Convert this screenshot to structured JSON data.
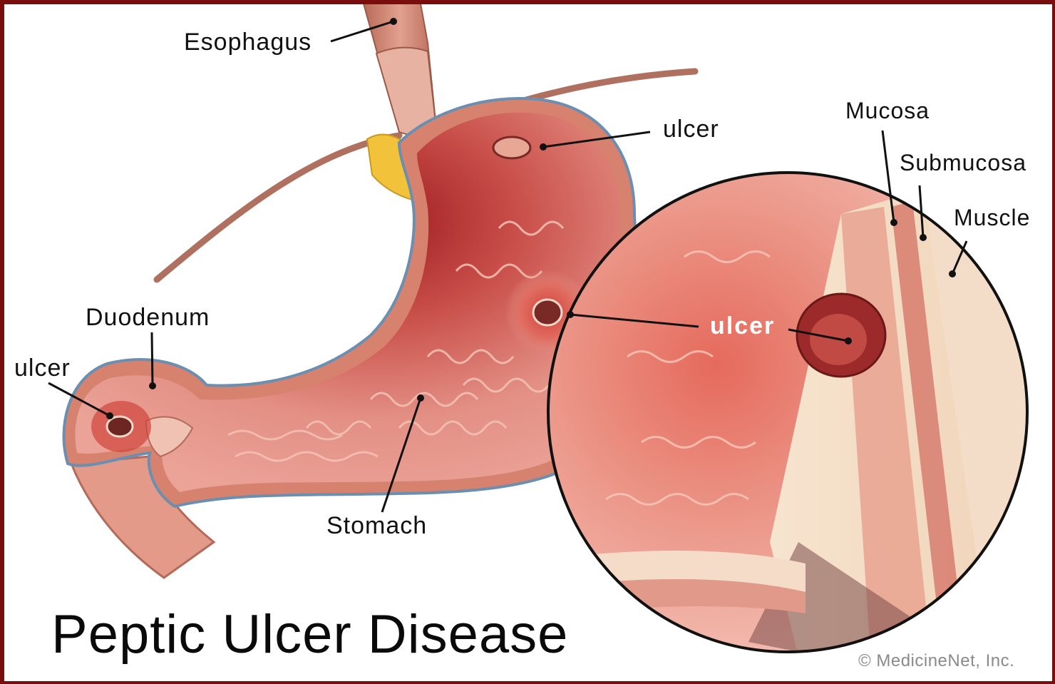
{
  "title": "Peptic Ulcer Disease",
  "copyright": "© MedicineNet, Inc.",
  "labels": {
    "esophagus": "Esophagus",
    "ulcer_top": "ulcer",
    "duodenum": "Duodenum",
    "ulcer_duodenum": "ulcer",
    "stomach": "Stomach",
    "ulcer_middle": "ulcer",
    "mucosa": "Mucosa",
    "submucosa": "Submucosa",
    "muscle": "Muscle"
  },
  "colors": {
    "border": "#7a0e0e",
    "stomach_inner": "#e8988c",
    "stomach_dark": "#a81c22",
    "outer_wall": "#c98a76",
    "fat": "#f2c23a",
    "nerve": "#b0705f"
  }
}
